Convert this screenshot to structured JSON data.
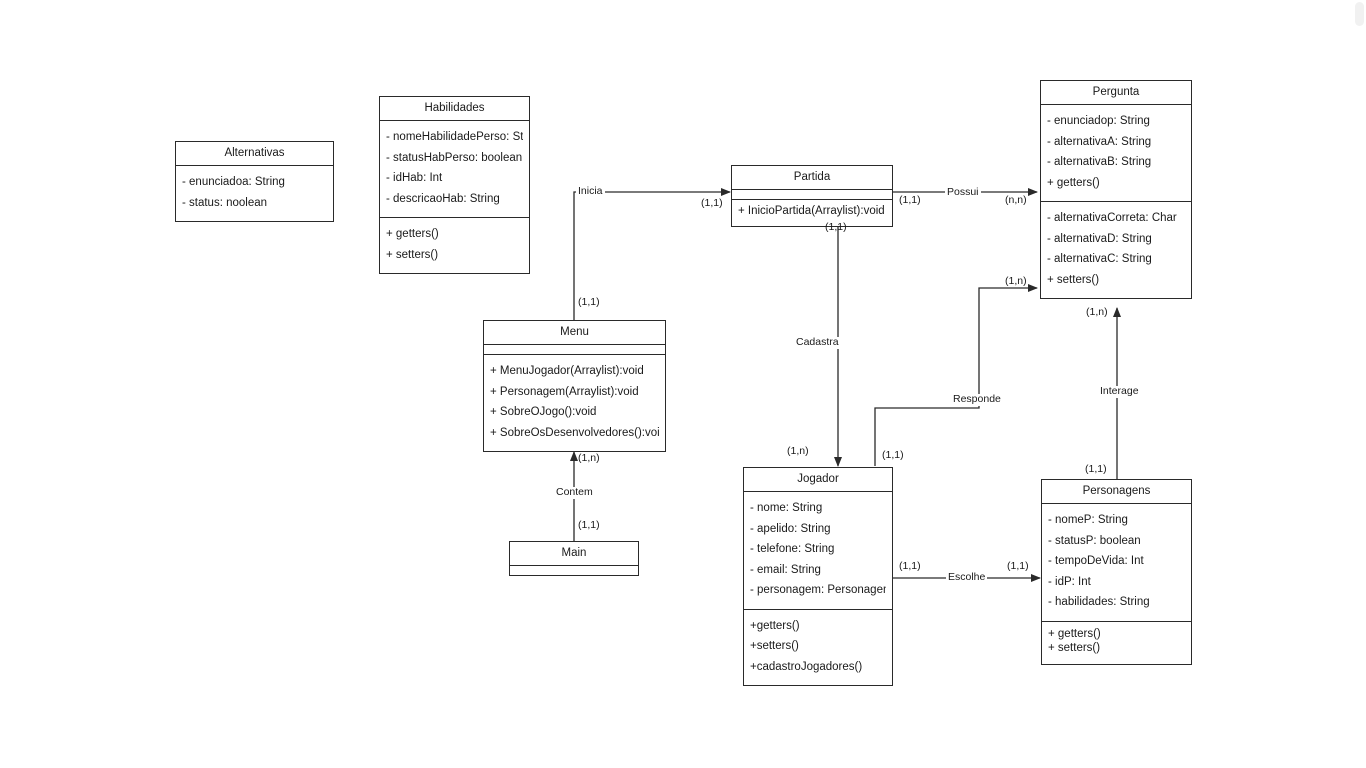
{
  "diagram": {
    "type": "uml-class-diagram",
    "background_color": "#ffffff",
    "line_color": "#2a2a2a",
    "text_color": "#1a1a1a"
  },
  "classes": [
    {
      "id": "alternativas",
      "name": "Alternativas",
      "attributes": [
        "- enunciadoa: String",
        "- status: noolean"
      ],
      "methods": []
    },
    {
      "id": "habilidades",
      "name": "Habilidades",
      "attributes": [
        "- nomeHabilidadePerso: Stri",
        "- statusHabPerso: boolean",
        "- idHab: Int",
        "- descricaoHab: String"
      ],
      "methods": [
        "+ getters()",
        "+ setters()"
      ]
    },
    {
      "id": "partida",
      "name": "Partida",
      "attributes": [],
      "methods": [
        "+ InicioPartida(Arraylist):void"
      ]
    },
    {
      "id": "pergunta",
      "name": "Pergunta",
      "compartment1": [
        "- enunciadop: String",
        "- alternativaA: String",
        "- alternativaB: String",
        "+ getters()"
      ],
      "compartment2": [
        "- alternativaCorreta: Char",
        "- alternativaD: String",
        "- alternativaC: String",
        "+ setters()"
      ]
    },
    {
      "id": "menu",
      "name": "Menu",
      "attributes": [],
      "methods": [
        "+ MenuJogador(Arraylist):void",
        "+ Personagem(Arraylist):void",
        "+ SobreOJogo():void",
        "+ SobreOsDesenvolvedores():void"
      ]
    },
    {
      "id": "main",
      "name": "Main",
      "attributes": [],
      "methods": []
    },
    {
      "id": "jogador",
      "name": "Jogador",
      "attributes": [
        "- nome: String",
        "- apelido: String",
        "- telefone: String",
        "- email: String",
        "- personagem: Personagem"
      ],
      "methods": [
        "+getters()",
        "+setters()",
        "+cadastroJogadores()"
      ]
    },
    {
      "id": "personagens",
      "name": "Personagens",
      "attributes": [
        "- nomeP: String",
        "- statusP: boolean",
        "- tempoDeVida: Int",
        "- idP: Int",
        "- habilidades: String"
      ],
      "methods": [
        "+ getters()",
        "+ setters()"
      ]
    }
  ],
  "relationships": [
    {
      "id": "inicia",
      "label": "Inicia",
      "from": "menu",
      "to": "partida",
      "source_multiplicity": "(1,1)",
      "target_multiplicity": "(1,1)"
    },
    {
      "id": "possui",
      "label": "Possui",
      "from": "partida",
      "to": "pergunta",
      "source_multiplicity": "(1,1)",
      "target_multiplicity": "(n,n)"
    },
    {
      "id": "cadastra",
      "label": "Cadastra",
      "from": "partida",
      "to": "jogador",
      "source_multiplicity": "(1,1)",
      "target_multiplicity": "(1,n)"
    },
    {
      "id": "responde",
      "label": "Responde",
      "from": "jogador",
      "to": "pergunta",
      "source_multiplicity": "(1,1)",
      "target_multiplicity": "(1,n)"
    },
    {
      "id": "contem",
      "label": "Contem",
      "from": "main",
      "to": "menu",
      "source_multiplicity": "(1,1)",
      "target_multiplicity": "(1,n)"
    },
    {
      "id": "escolhe",
      "label": "Escolhe",
      "from": "jogador",
      "to": "personagens",
      "source_multiplicity": "(1,1)",
      "target_multiplicity": "(1,1)"
    },
    {
      "id": "interage",
      "label": "Interage",
      "from": "personagens",
      "to": "pergunta",
      "source_multiplicity": "(1,1)",
      "target_multiplicity": "(1,n)"
    }
  ]
}
